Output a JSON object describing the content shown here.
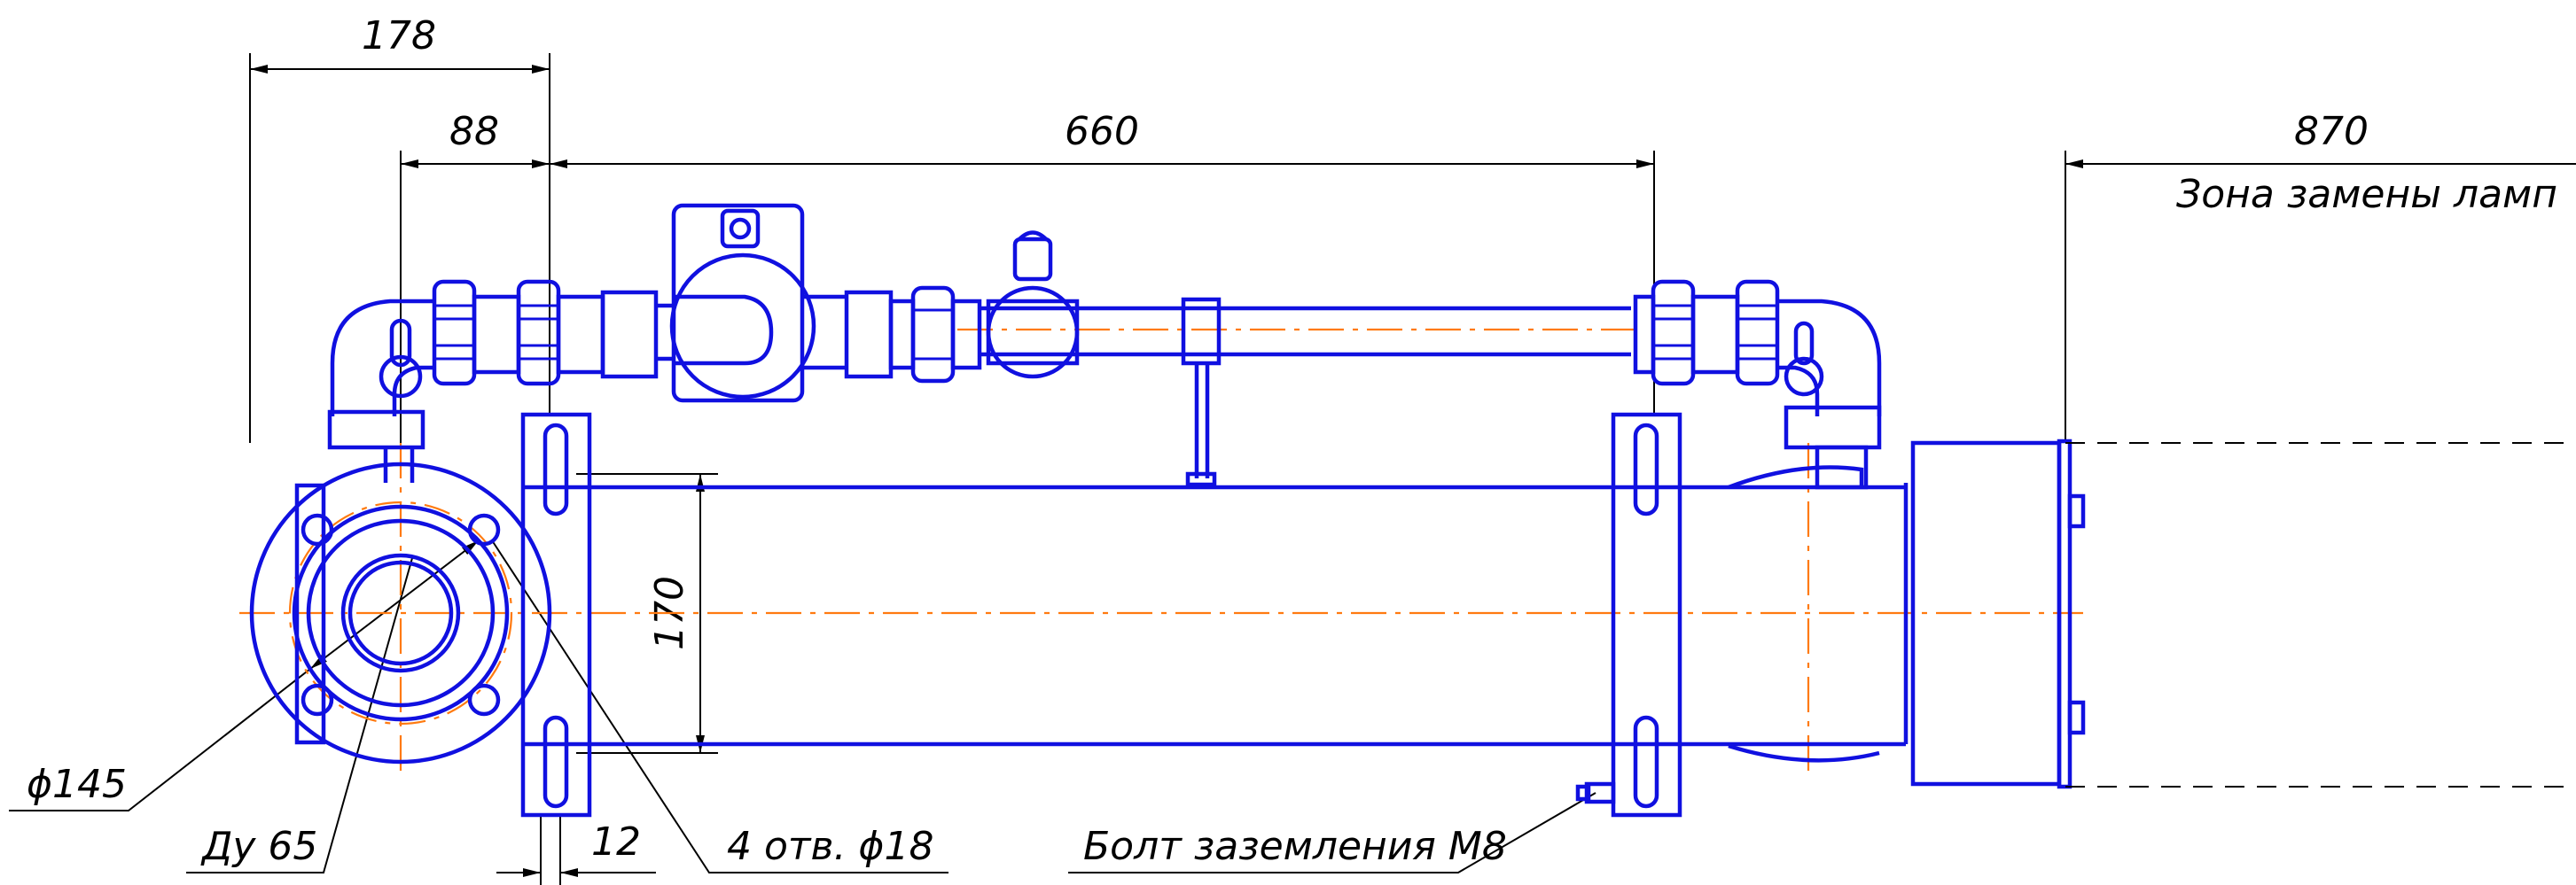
{
  "dimensions": {
    "d178": "178",
    "d88": "88",
    "d660": "660",
    "d870": "870",
    "d170": "170",
    "d12": "12"
  },
  "labels": {
    "lamp_zone": "Зона замены ламп",
    "phi145": "ϕ145",
    "dn65": "Ду 65",
    "holes": "4 отв. ϕ18",
    "ground_bolt": "Болт заземления М8"
  },
  "colors": {
    "outline": "#1010e0",
    "centerline": "#ff7a10",
    "dimension": "#000000"
  }
}
